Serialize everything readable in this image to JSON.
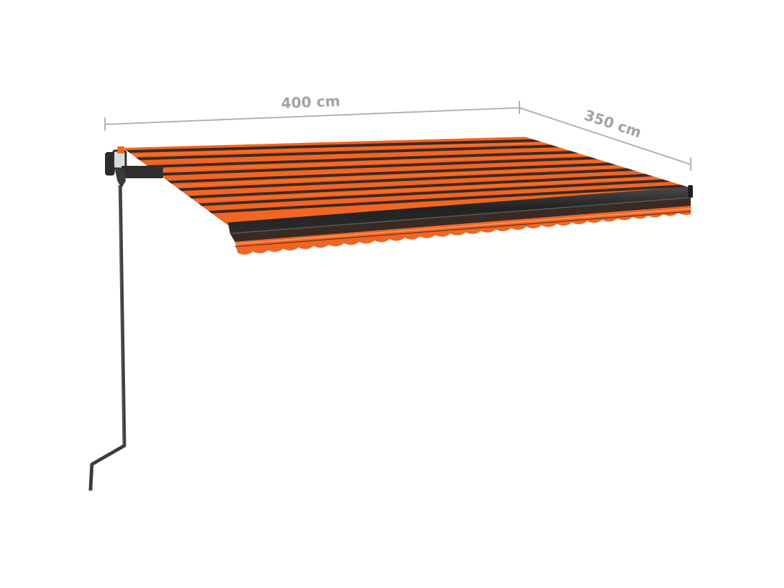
{
  "product": {
    "type": "manual retractable awning",
    "colors": {
      "fabric_orange": "#f26522",
      "fabric_stripe_dark": "#3a2a24",
      "frame_anthracite": "#2e2e2e",
      "dimension_line": "#b0b0b0",
      "dimension_text": "#a3a3a3"
    }
  },
  "dimensions": {
    "width": {
      "label": "400 cm"
    },
    "depth": {
      "label": "350 cm"
    }
  }
}
